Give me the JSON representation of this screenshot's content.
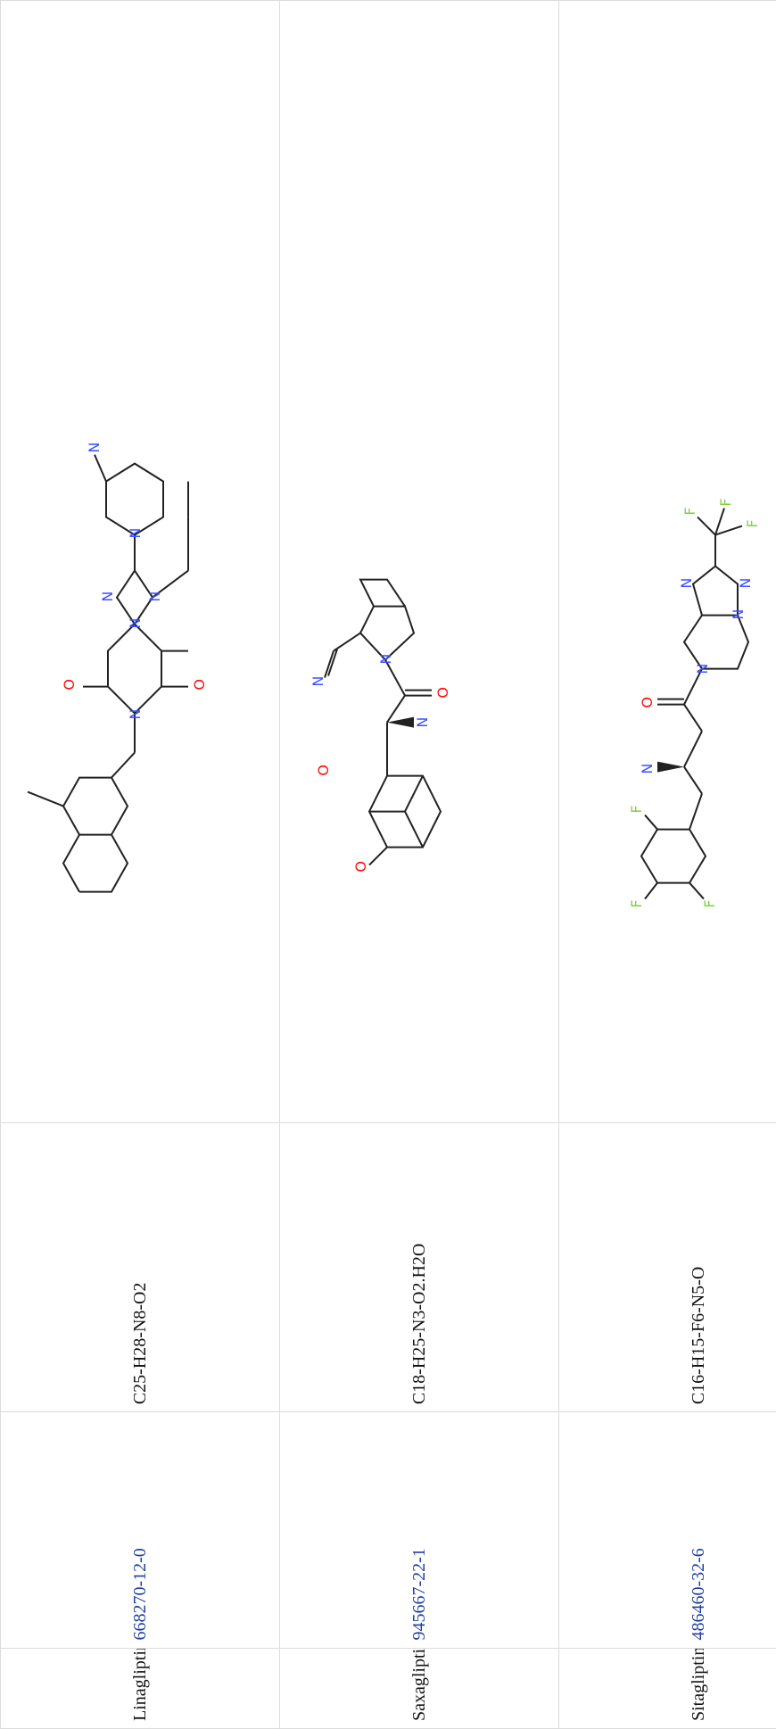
{
  "table": {
    "rows": [
      {
        "name": "Linagliptin",
        "cas": "668270-12-0",
        "formula": "C25-H28-N8-O2"
      },
      {
        "name": "Saxagliptin",
        "cas": "945667-22-1",
        "formula": "C18-H25-N3-O2.H2O"
      },
      {
        "name": "Sitagliptin",
        "cas": "486460-32-6",
        "formula": "C16-H15-F6-N5-O"
      }
    ]
  },
  "atoms": {
    "N": "N",
    "O": "O",
    "F": "F"
  },
  "colors": {
    "nitrogen": "#3c50ff",
    "oxygen": "#ff0d0d",
    "fluorine": "#7fd03b",
    "bond": "#222222",
    "link": "#1f3f9e",
    "grid": "#dcdcdc"
  }
}
